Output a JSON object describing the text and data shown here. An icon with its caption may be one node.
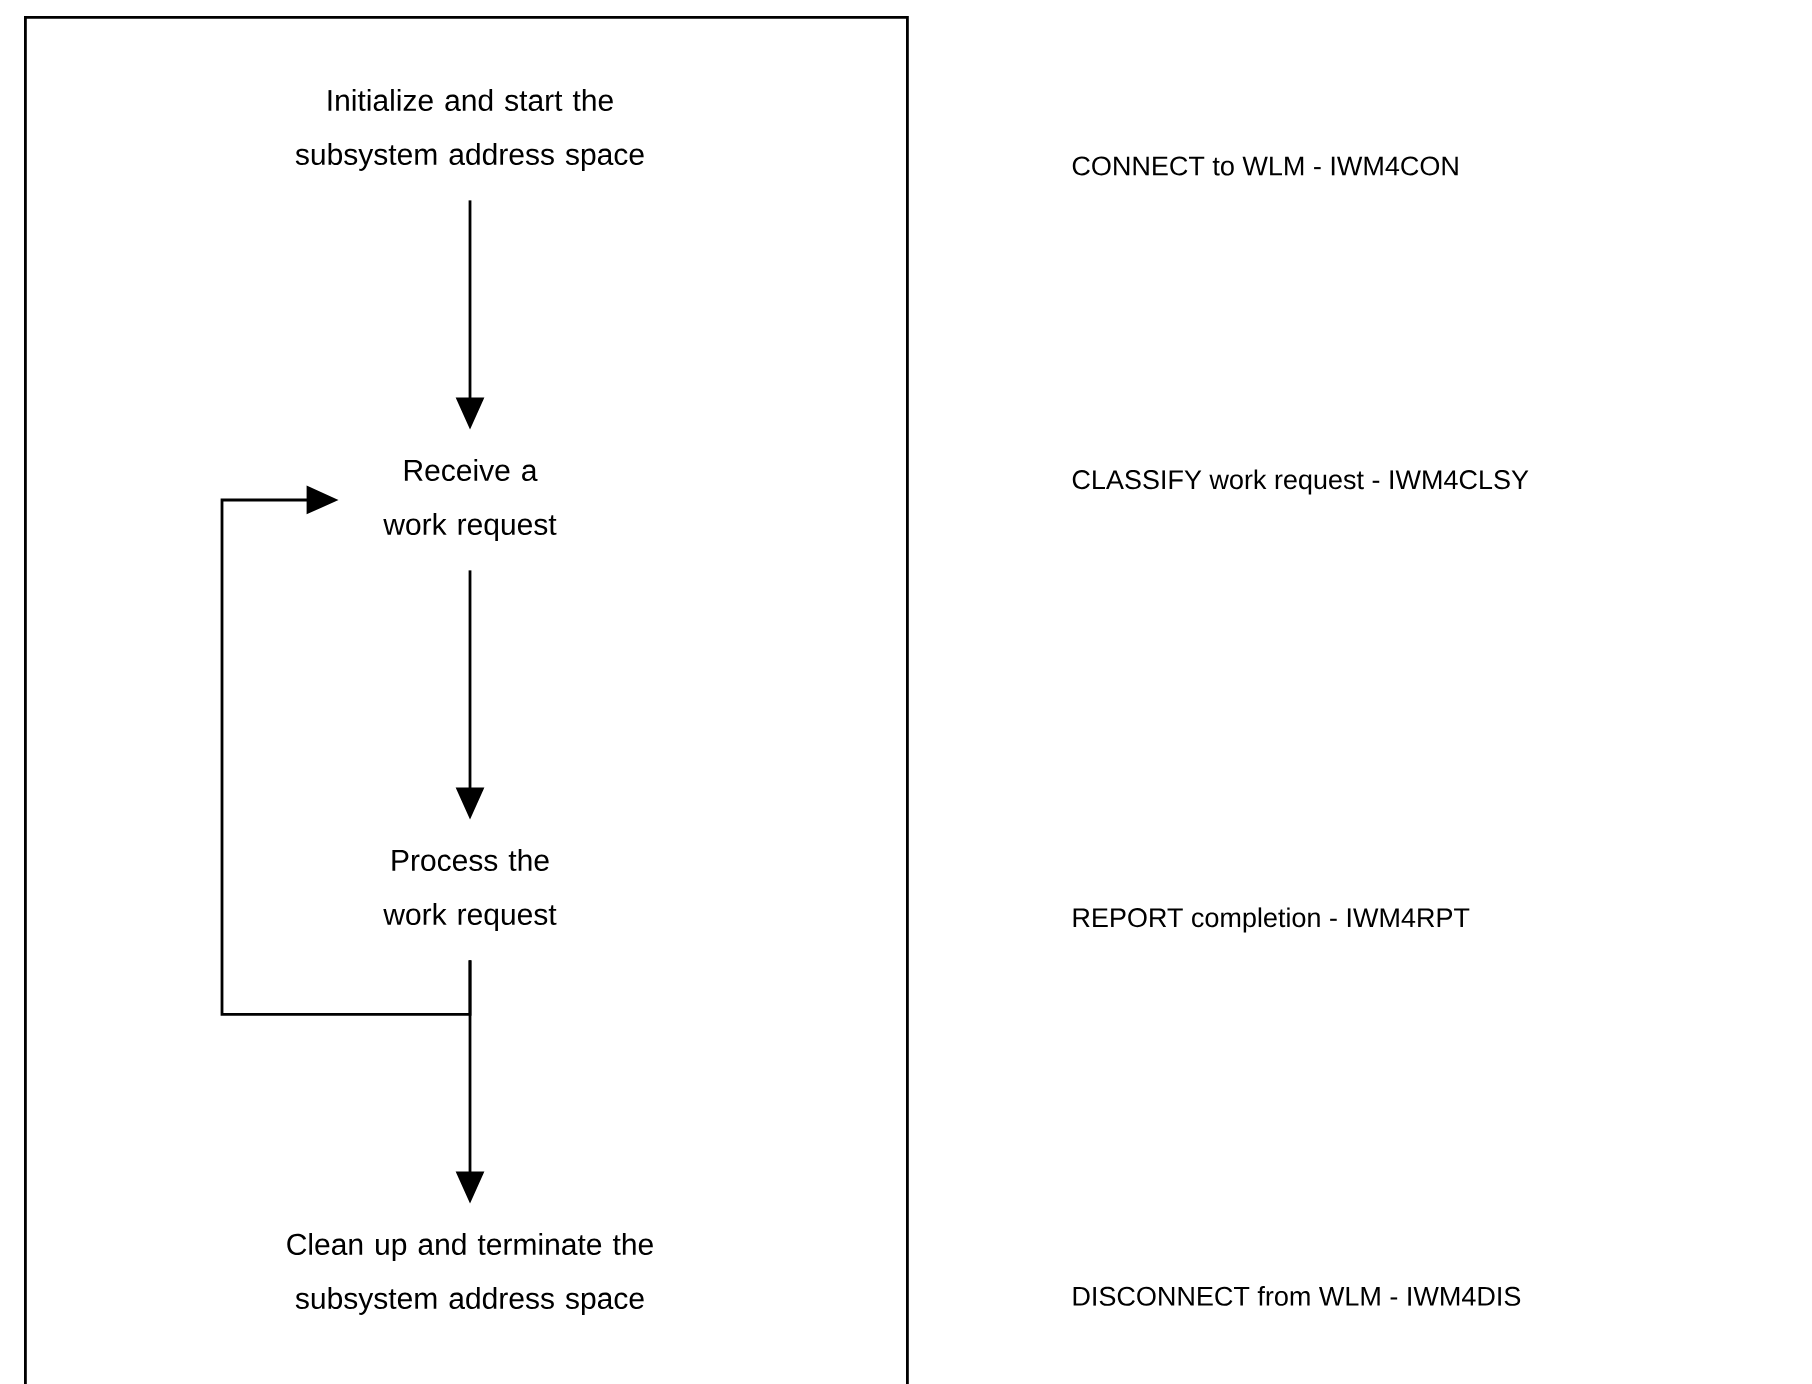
{
  "diagram": {
    "nodes": [
      {
        "text": [],
        "shape": "box"
      },
      {
        "text": [
          "Initialize and start the subsystem address space"
        ],
        "in": 0
      },
      {
        "text": [
          "Receive a work request"
        ],
        "in": 0
      },
      {
        "text": [
          "Process the work request"
        ],
        "in": 0
      },
      {
        "text": [
          "Clean up and terminate the subsystem address space"
        ],
        "in": 0
      }
    ],
    "edges": [
      {
        "from": 1,
        "to": 2,
        "arrow": "to"
      },
      {
        "from": 2,
        "to": 3,
        "arrow": "to"
      },
      {
        "from": 3,
        "to": 4,
        "arrow": "to"
      },
      {
        "from": 3,
        "to": 2,
        "arrow": "to"
      }
    ],
    "labels": [
      "CONNECT to WLM - IWM4CON",
      "CLASSIFY work request - IWM4CLSY",
      "REPORT completion - IWM4RPT",
      "DISCONNECT from WLM - IWM4DIS"
    ]
  }
}
